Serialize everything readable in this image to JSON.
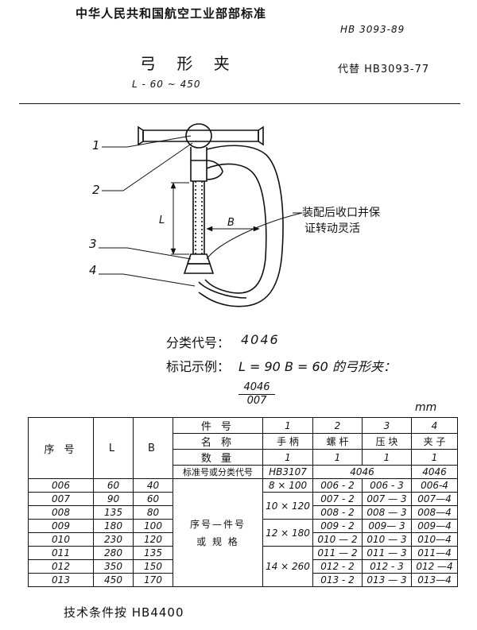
{
  "header": {
    "organization": "中华人民共和国航空工业部部标准",
    "standard_code": "HB 3093-89",
    "title": "弓 形 夹",
    "replaces": "代替 HB3093-77",
    "range": "L - 60 ~ 450"
  },
  "drawing": {
    "callouts": [
      "1",
      "2",
      "3",
      "4"
    ],
    "dim_L": "L",
    "dim_B": "B",
    "note_line1": "装配后收口并保",
    "note_line2": "证转动灵活"
  },
  "info": {
    "classification_label": "分类代号：",
    "classification_value": "4046",
    "marking_label": "标记示例：",
    "marking_text": "L = 90  B = 60  的弓形夹：",
    "marking_numerator": "4046",
    "marking_denominator": "007"
  },
  "table": {
    "unit": "mm",
    "col_seq": "序 号",
    "col_L": "L",
    "col_B": "B",
    "hdr_part_no": "件 号",
    "hdr_name": "名 称",
    "hdr_qty": "数 量",
    "hdr_std": "标准号或分类代号",
    "part_nos": [
      "1",
      "2",
      "3",
      "4"
    ],
    "part_names": [
      "手 柄",
      "螺 杆",
      "压 块",
      "夹 子"
    ],
    "part_qtys": [
      "1",
      "1",
      "1",
      "1"
    ],
    "std_first": "HB3107",
    "std_shared": "4046",
    "std_last": "4046",
    "merged_label_1": "序号—件号",
    "merged_label_2": "或 规 格",
    "rows": [
      {
        "seq": "006",
        "L": "60",
        "B": "40",
        "c2": "006 - 2",
        "c3": "006 - 3",
        "c4": "006-4"
      },
      {
        "seq": "007",
        "L": "90",
        "B": "60",
        "c2": "007 - 2",
        "c3": "007 — 3",
        "c4": "007—4"
      },
      {
        "seq": "008",
        "L": "135",
        "B": "80",
        "c2": "008 - 2",
        "c3": "008 — 3",
        "c4": "008—4"
      },
      {
        "seq": "009",
        "L": "180",
        "B": "100",
        "c2": "009 - 2",
        "c3": "009— 3",
        "c4": "009—4"
      },
      {
        "seq": "010",
        "L": "230",
        "B": "120",
        "c2": "010 — 2",
        "c3": "010 — 3",
        "c4": "010—4"
      },
      {
        "seq": "011",
        "L": "280",
        "B": "135",
        "c2": "011 — 2",
        "c3": "011 — 3",
        "c4": "011—4"
      },
      {
        "seq": "012",
        "L": "350",
        "B": "150",
        "c2": "012 - 2",
        "c3": "012 - 3",
        "c4": "012 —4"
      },
      {
        "seq": "013",
        "L": "450",
        "B": "170",
        "c2": "013 - 2",
        "c3": "013 — 3",
        "c4": "013—4"
      }
    ],
    "specs": [
      "8 × 100",
      "10 × 120",
      "12 × 180",
      "14 × 260"
    ]
  },
  "footer": {
    "tech_conditions": "技术条件按 HB4400"
  }
}
